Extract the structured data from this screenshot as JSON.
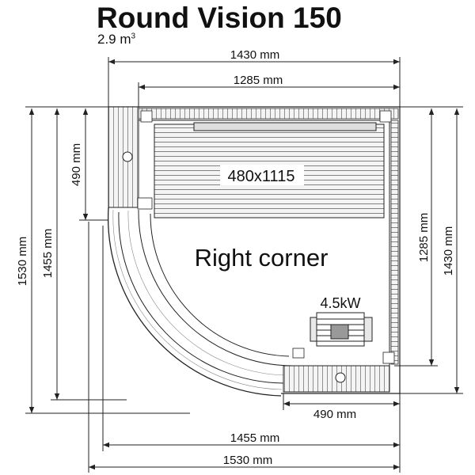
{
  "title": "Round Vision 150",
  "volume": {
    "value": "2.9 m",
    "superscript": "3"
  },
  "dimensions": {
    "top_outer": "1430 mm",
    "top_inner": "1285 mm",
    "left_bench_depth": "490 mm",
    "left_total_outer": "1530 mm",
    "left_total_inner": "1455 mm",
    "right_inner": "1285 mm",
    "right_outer": "1430 mm",
    "bottom_bench_depth": "490 mm",
    "bottom_inner": "1455 mm",
    "bottom_outer": "1530 mm"
  },
  "labels": {
    "bench_size": "480x1115",
    "orientation": "Right corner",
    "heater_power": "4.5kW"
  },
  "colors": {
    "line": "#222222",
    "wood": "#dcdcdc",
    "bench": "#efefef"
  }
}
